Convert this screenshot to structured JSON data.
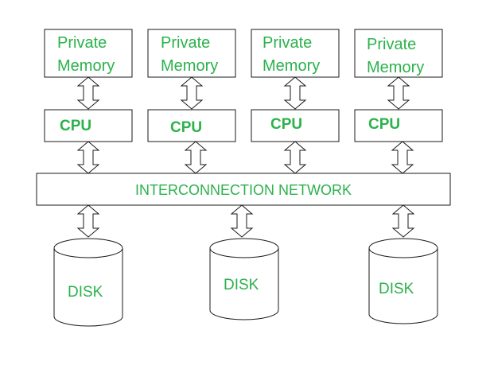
{
  "colors": {
    "label": "#2bb24c",
    "stroke": "#1a1a1a",
    "background": "#ffffff"
  },
  "memories": [
    {
      "line1": "Private",
      "line2": "Memory"
    },
    {
      "line1": "Private",
      "line2": "Memory"
    },
    {
      "line1": "Private",
      "line2": "Memory"
    },
    {
      "line1": "Private",
      "line2": "Memory"
    }
  ],
  "cpus": [
    "CPU",
    "CPU",
    "CPU",
    "CPU"
  ],
  "network": "INTERCONNECTION NETWORK",
  "disks": [
    "DISK",
    "DISK",
    "DISK"
  ]
}
